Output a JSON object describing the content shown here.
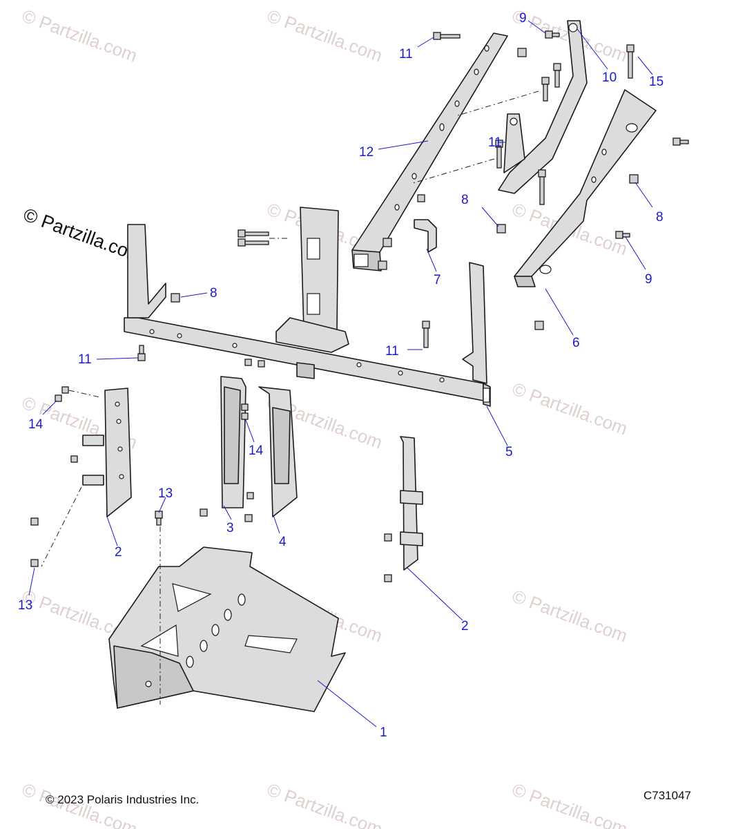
{
  "watermark": "© Partzilla.com",
  "callouts": [
    {
      "id": "c1",
      "text": "1"
    },
    {
      "id": "c2a",
      "text": "2"
    },
    {
      "id": "c2b",
      "text": "2"
    },
    {
      "id": "c3",
      "text": "3"
    },
    {
      "id": "c4",
      "text": "4"
    },
    {
      "id": "c5",
      "text": "5"
    },
    {
      "id": "c6",
      "text": "6"
    },
    {
      "id": "c7",
      "text": "7"
    },
    {
      "id": "c8a",
      "text": "8"
    },
    {
      "id": "c8b",
      "text": "8"
    },
    {
      "id": "c8c",
      "text": "8"
    },
    {
      "id": "c9a",
      "text": "9"
    },
    {
      "id": "c9b",
      "text": "9"
    },
    {
      "id": "c10",
      "text": "10"
    },
    {
      "id": "c11a",
      "text": "11"
    },
    {
      "id": "c11b",
      "text": "11"
    },
    {
      "id": "c11c",
      "text": "11"
    },
    {
      "id": "c11d",
      "text": "11"
    },
    {
      "id": "c12",
      "text": "12"
    },
    {
      "id": "c13a",
      "text": "13"
    },
    {
      "id": "c13b",
      "text": "13"
    },
    {
      "id": "c14a",
      "text": "14"
    },
    {
      "id": "c14b",
      "text": "14"
    },
    {
      "id": "c15",
      "text": "15"
    }
  ],
  "footer": {
    "copyright": "© 2023 Polaris Industries Inc.",
    "diagram_code": "C731047"
  }
}
